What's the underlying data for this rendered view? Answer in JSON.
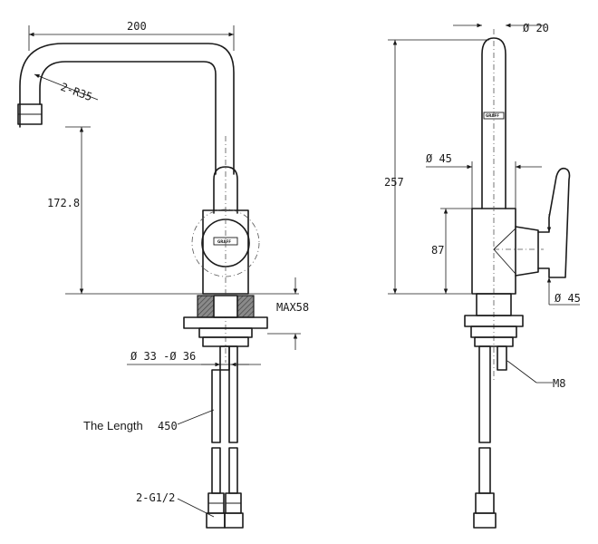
{
  "front_view": {
    "dim_width": "200",
    "dim_radius": "2-R35",
    "dim_height": "172.8",
    "dim_max": "MAX58",
    "dim_hole": "Ø 33 -Ø 36",
    "length_label": "The Length",
    "length_value": "450",
    "thread": "2-G1/2"
  },
  "side_view": {
    "dim_spout_dia": "Ø 20",
    "dim_total_height": "257",
    "dim_body_dia": "Ø 45",
    "dim_handle_height": "87",
    "dim_handle_dia": "Ø 45",
    "bolt": "M8"
  },
  "brand_mark": "GRAFF"
}
